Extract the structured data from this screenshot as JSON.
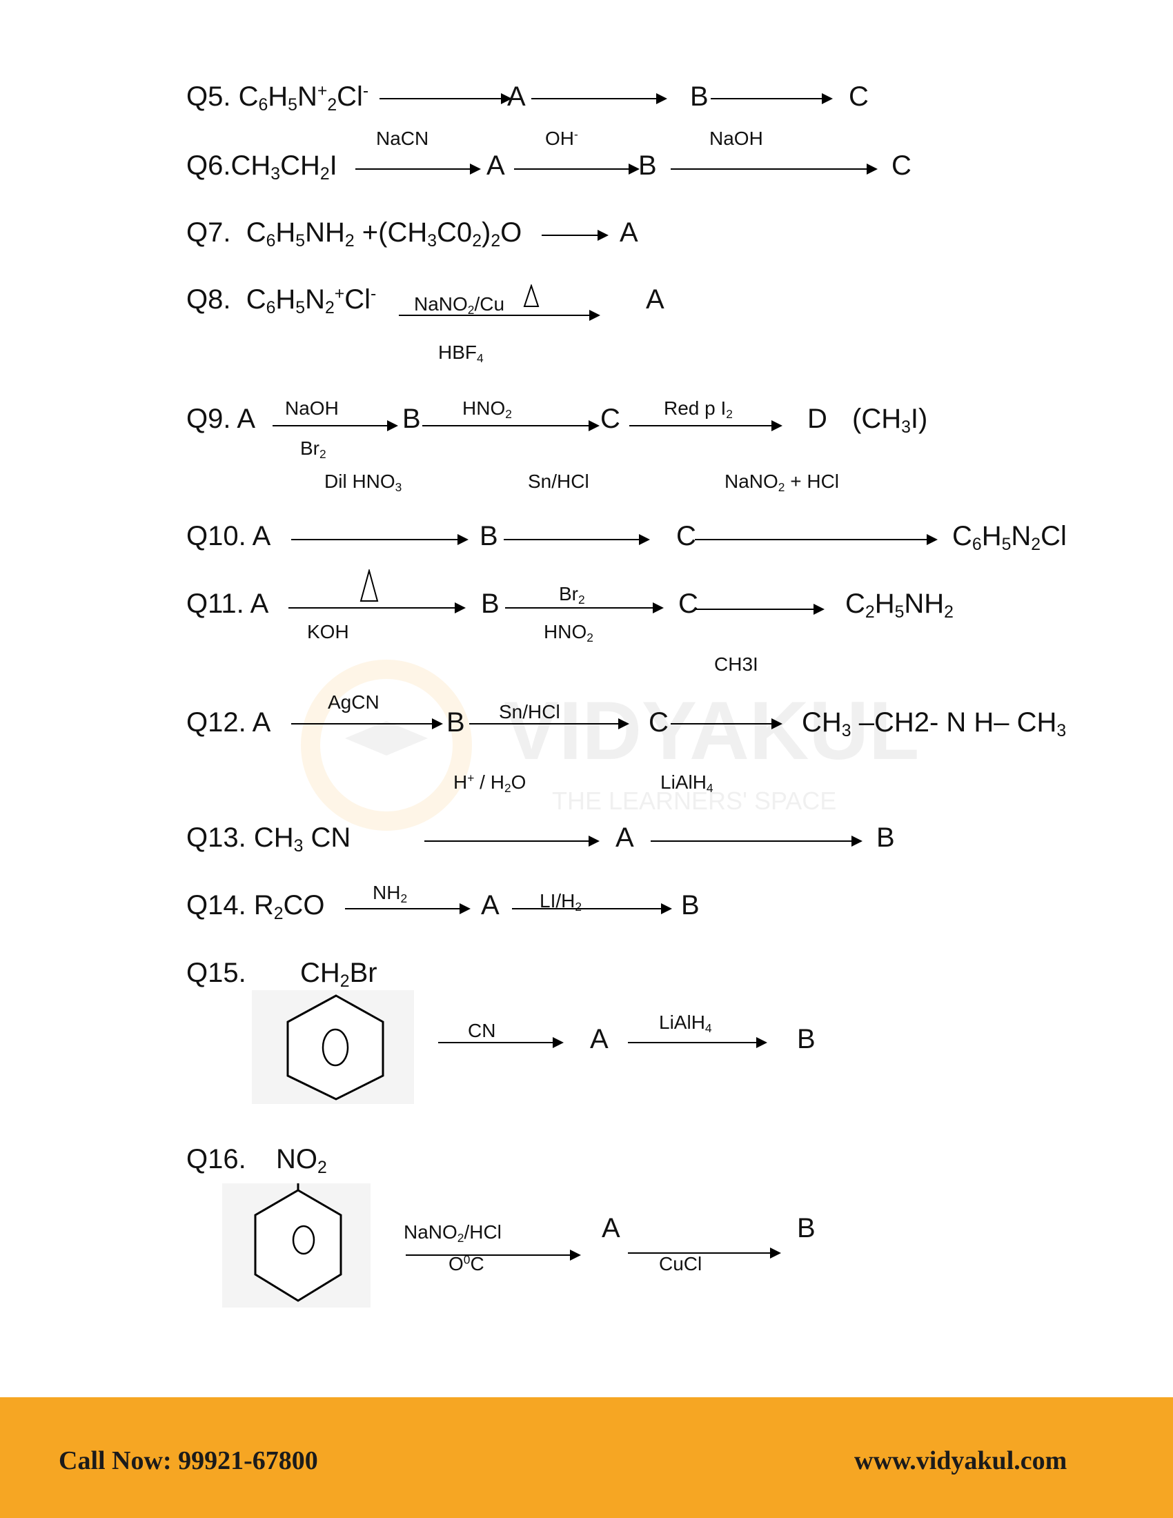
{
  "q5": {
    "label": "Q5.",
    "a": "A",
    "b": "B",
    "c": "C"
  },
  "q6": {
    "label": "Q6.",
    "r1": "NaCN",
    "a": "A",
    "r2": "OH",
    "r2sup": "-",
    "b": "B",
    "r3": "NaOH",
    "c": "C"
  },
  "q7": {
    "label": "Q7.",
    "a": "A"
  },
  "q8": {
    "label": "Q8.",
    "r1": "NaNO",
    "r1b": "/Cu",
    "r2": "HBF",
    "a": "A"
  },
  "q9": {
    "label": "Q9. A",
    "r1": "NaOH",
    "r1b": "Br",
    "b": "B",
    "r2": "HNO",
    "c": "C",
    "r3": "Red p I",
    "d": "D",
    "dformula": "(CH",
    "dformula2": "I)"
  },
  "q10": {
    "label": "Q10.  A",
    "r1": "Dil HNO",
    "b": "B",
    "r2": "Sn/HCl",
    "c": "C",
    "r3": "NaNO",
    "r3b": " + HCl",
    "product": "C"
  },
  "q11": {
    "label": "Q11. A",
    "r1b": "KOH",
    "b": "B",
    "r2": "Br",
    "r2b": "HNO",
    "c": "C",
    "r3": "CH3I",
    "product": "C"
  },
  "q12": {
    "label": "Q12.  A",
    "r1": "AgCN",
    "b": "B",
    "r2": "Sn/HCl",
    "r2b": "H",
    "r2c": " / H",
    "r2d": "O",
    "c": "C",
    "r3": "LiAlH",
    "product": "CH",
    "product2": " –CH2- N H– CH"
  },
  "q13": {
    "label": "Q13.  CH",
    "label2": " CN",
    "a": "A",
    "b": "B"
  },
  "q14": {
    "label": "Q14.  R",
    "label2": "CO",
    "r1": "NH",
    "a": "A",
    "r2": "LI/H",
    "b": "B"
  },
  "q15": {
    "label": "Q15.",
    "sub": "CH",
    "sub2": "Br",
    "r1": "CN",
    "a": "A",
    "r2": "LiAlH",
    "b": "B"
  },
  "q16": {
    "label": "Q16.",
    "sub": "NO",
    "r1": "NaNO",
    "r1b": "/HCl",
    "r1c": "O",
    "r1d": "C",
    "a": "A",
    "r2": "CuCl",
    "b": "B"
  },
  "watermark": {
    "brand": "VIDYAKUL",
    "tagline": "THE LEARNERS' SPACE"
  },
  "footer": {
    "phone": "Call Now: 99921-67800",
    "website": "www.vidyakul.com",
    "color": "#f6a623"
  }
}
